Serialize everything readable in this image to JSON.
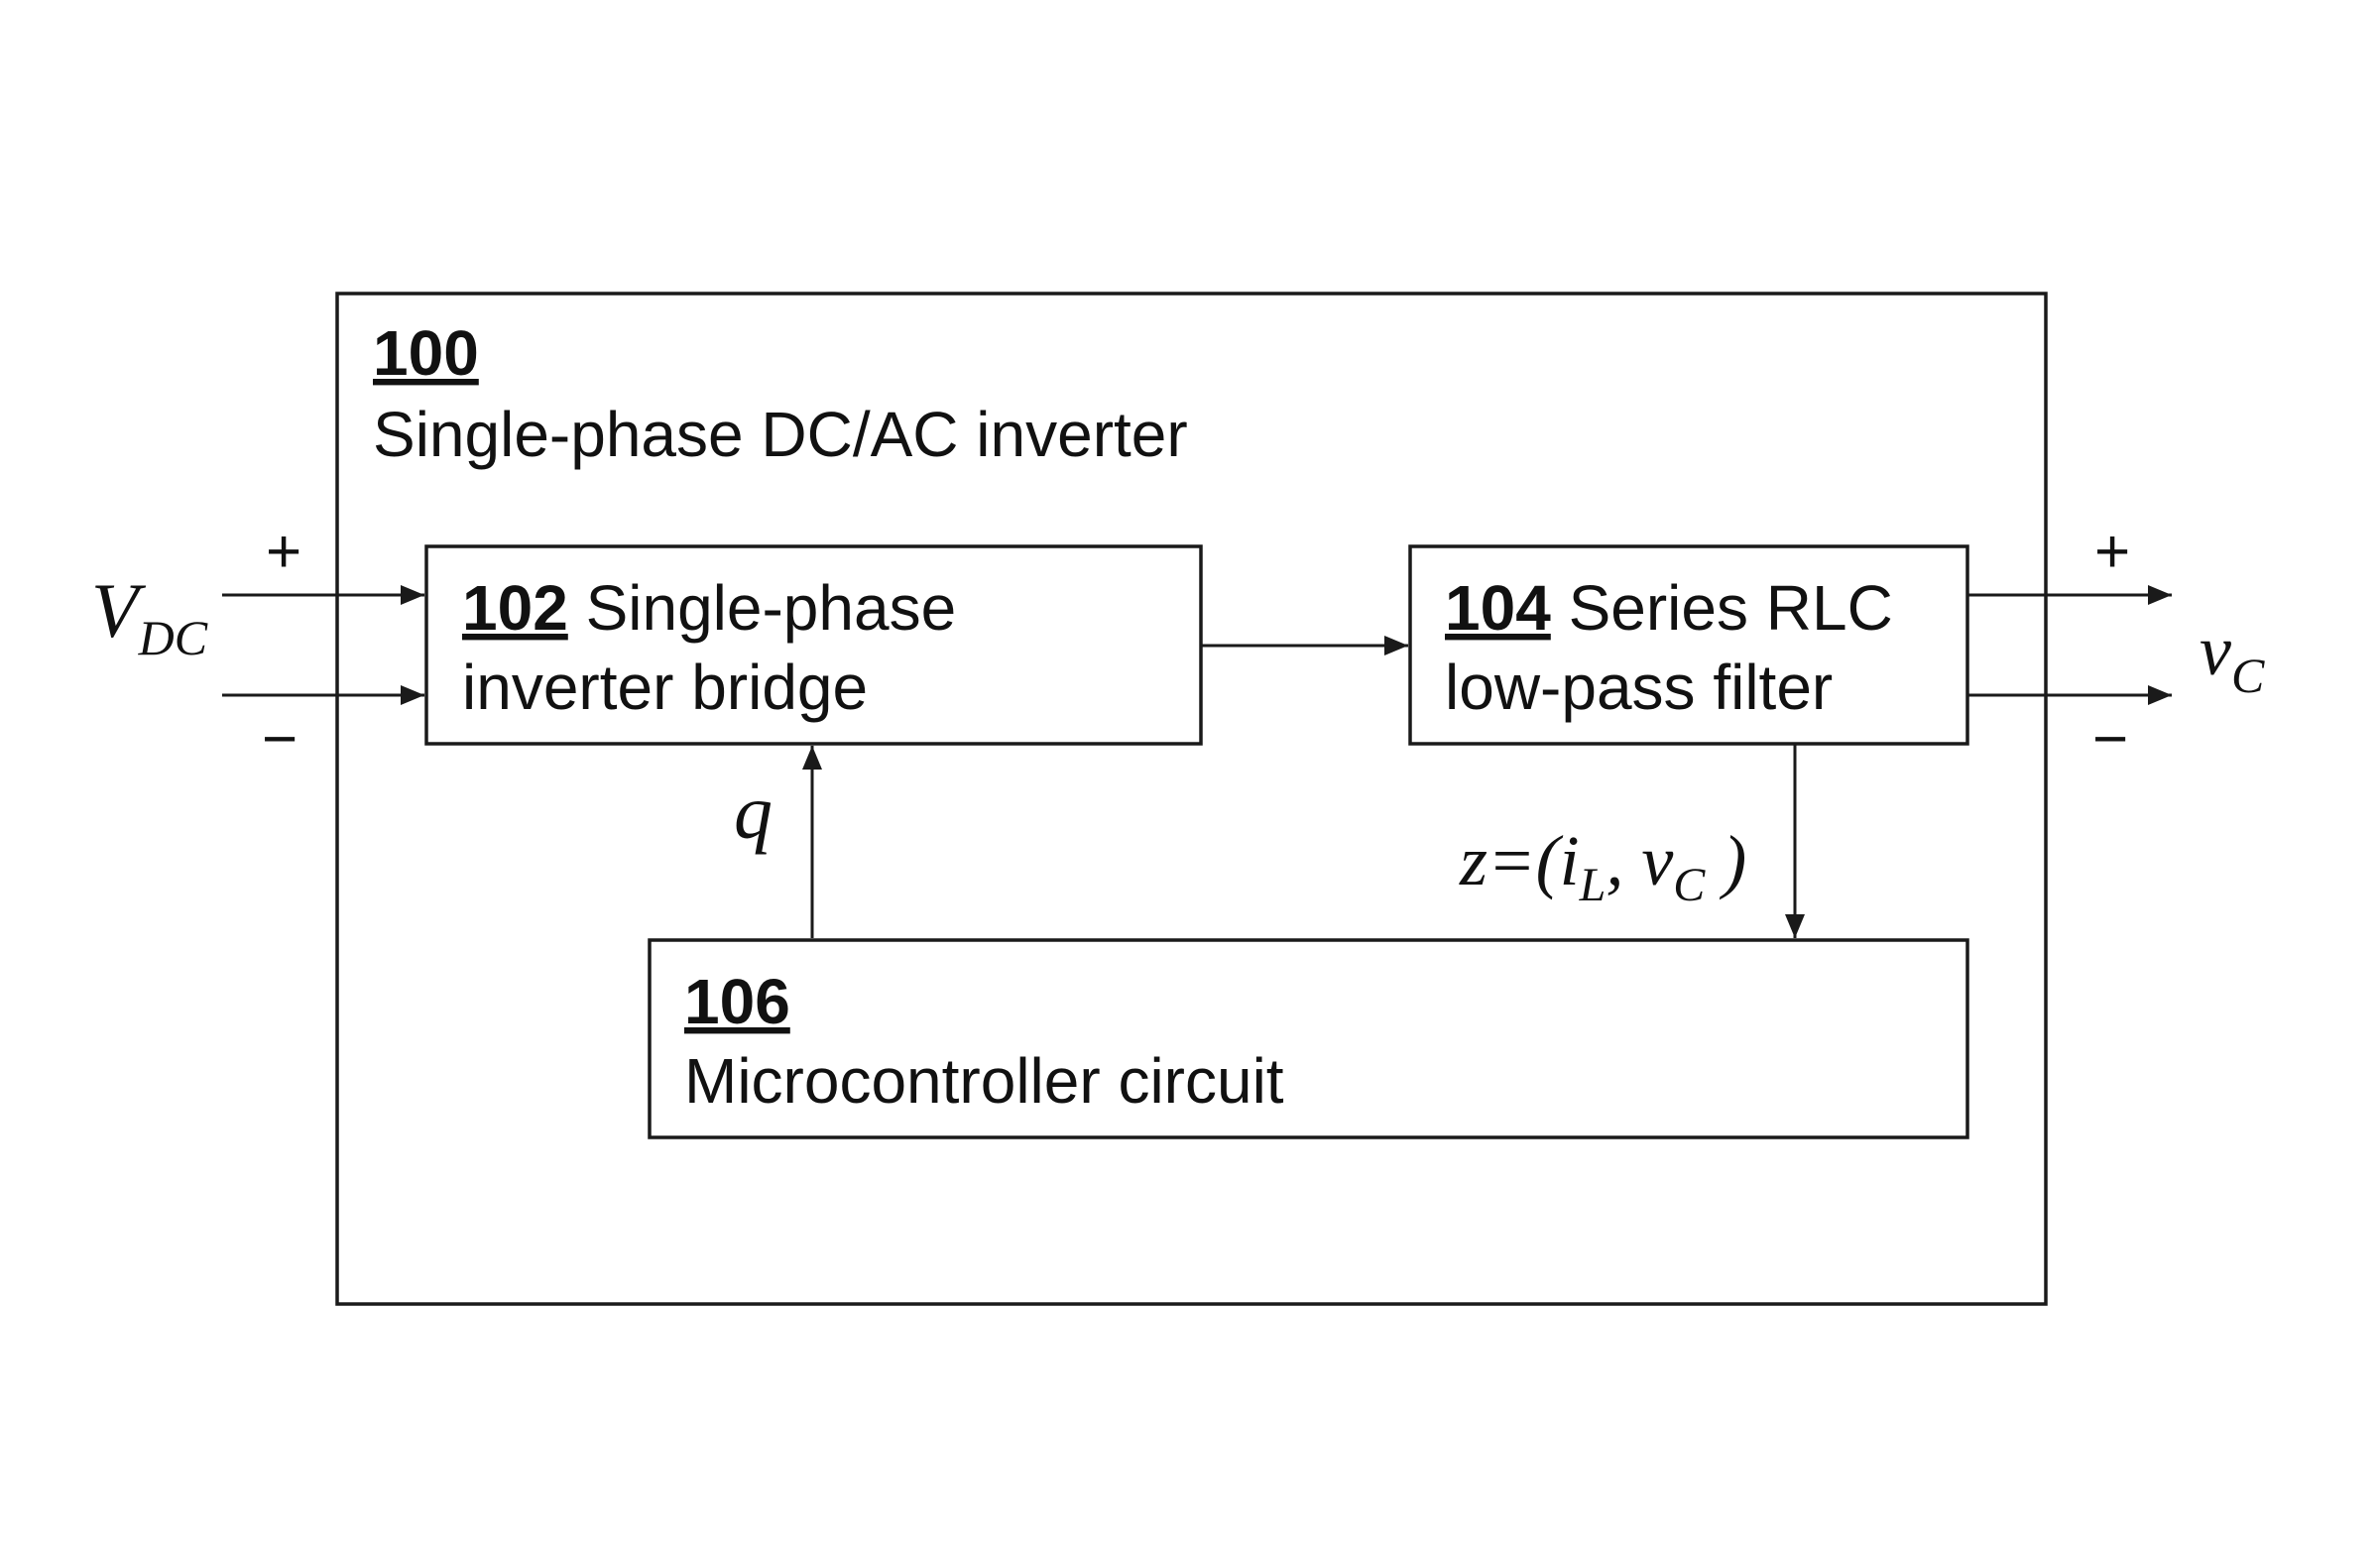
{
  "system": {
    "number": "100",
    "title": "Single-phase DC/AC inverter"
  },
  "bridge": {
    "number": "102",
    "line1": " Single-phase",
    "line2": "inverter bridge"
  },
  "filter": {
    "number": "104",
    "line1": " Series RLC",
    "line2": "low-pass filter"
  },
  "controller": {
    "number": "106",
    "title": "Microcontroller circuit"
  },
  "input": {
    "main": "V",
    "sub": "DC",
    "plus": "+",
    "minus": "−"
  },
  "output": {
    "main": "v",
    "sub": "C",
    "plus": "+",
    "minus": "−"
  },
  "control_signal": {
    "label": "q"
  },
  "feedback": {
    "prefix": "z=(",
    "i_main": "i",
    "i_sub": "L",
    "sep": ", ",
    "v_main": "v",
    "v_sub": "C",
    "suffix": " )"
  }
}
